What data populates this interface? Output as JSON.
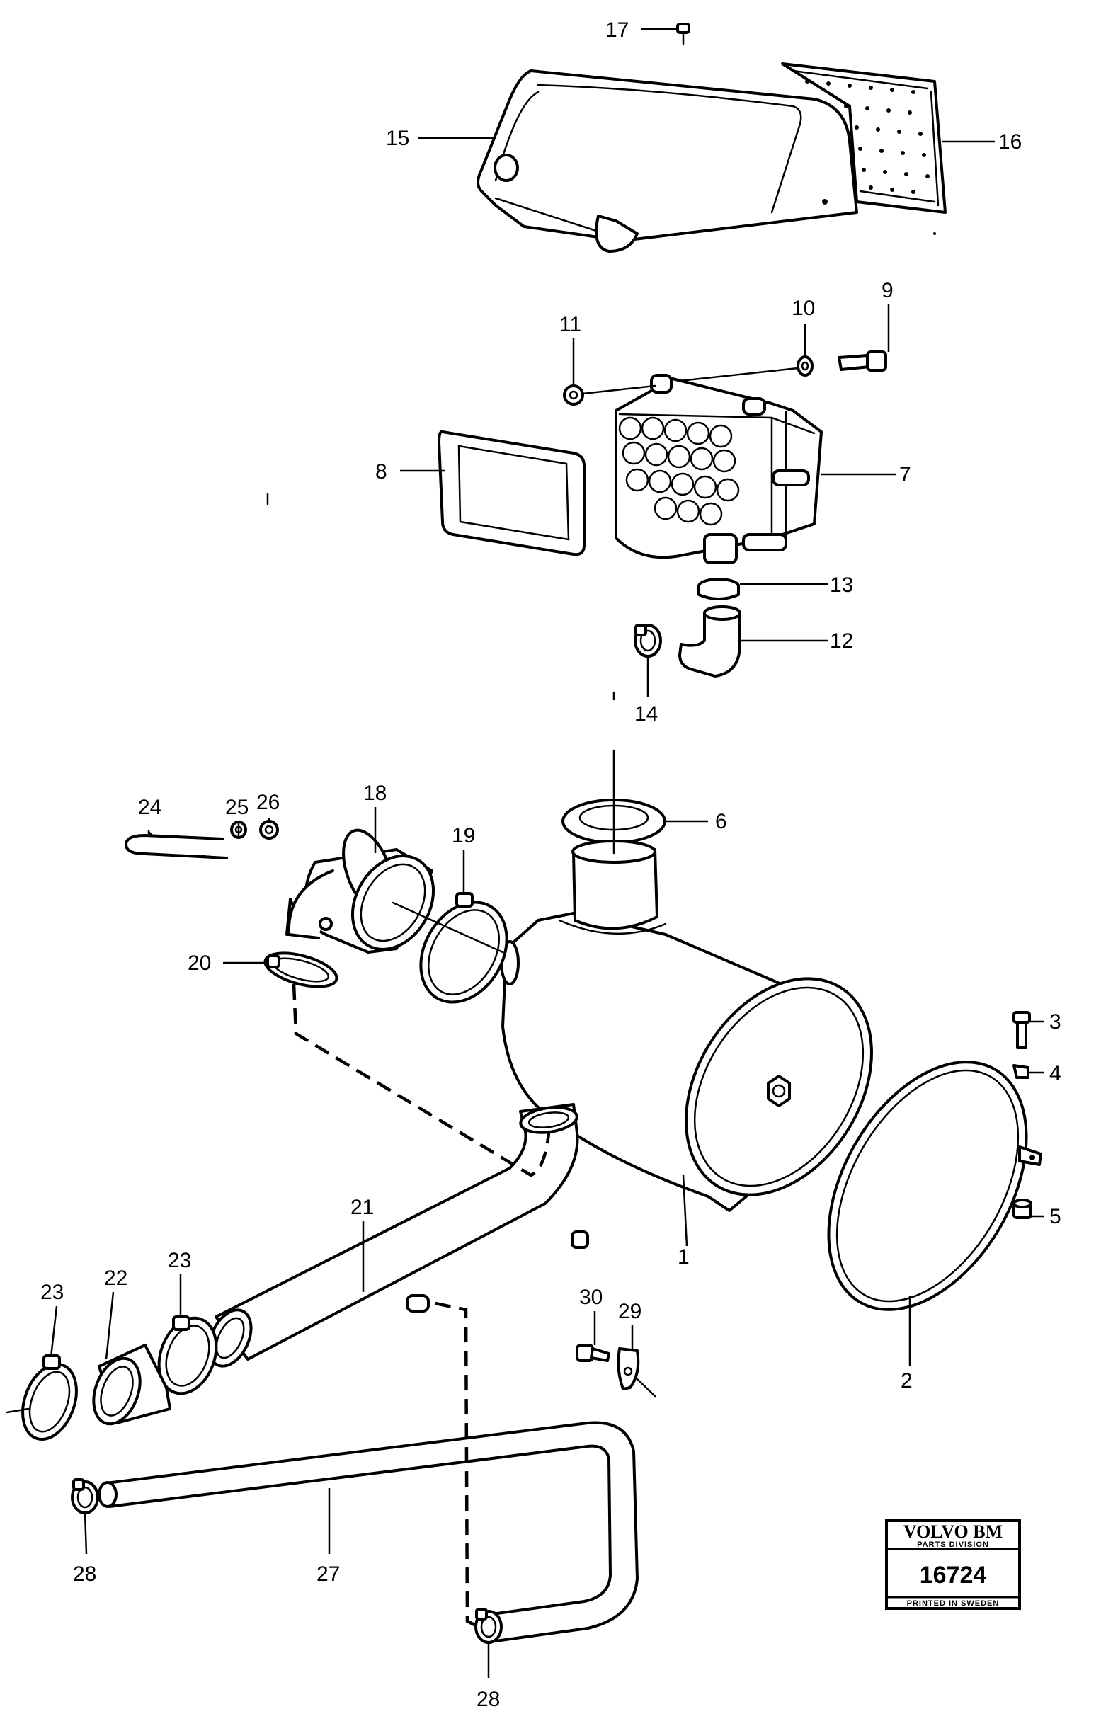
{
  "labels": {
    "p1": "1",
    "p2": "2",
    "p3": "3",
    "p4": "4",
    "p5": "5",
    "p6": "6",
    "p7": "7",
    "p8": "8",
    "p9": "9",
    "p10": "10",
    "p11": "11",
    "p12": "12",
    "p13": "13",
    "p14": "14",
    "p15": "15",
    "p16": "16",
    "p17": "17",
    "p18": "18",
    "p19": "19",
    "p20": "20",
    "p21": "21",
    "p22": "22",
    "p23a": "23",
    "p23b": "23",
    "p24": "24",
    "p25": "25",
    "p26": "26",
    "p27": "27",
    "p28a": "28",
    "p28b": "28",
    "p29": "29",
    "p30": "30"
  },
  "stamp": {
    "brand": "VOLVO BM",
    "division": "PARTS DIVISION",
    "number": "16724",
    "printed": "PRINTED IN SWEDEN"
  }
}
